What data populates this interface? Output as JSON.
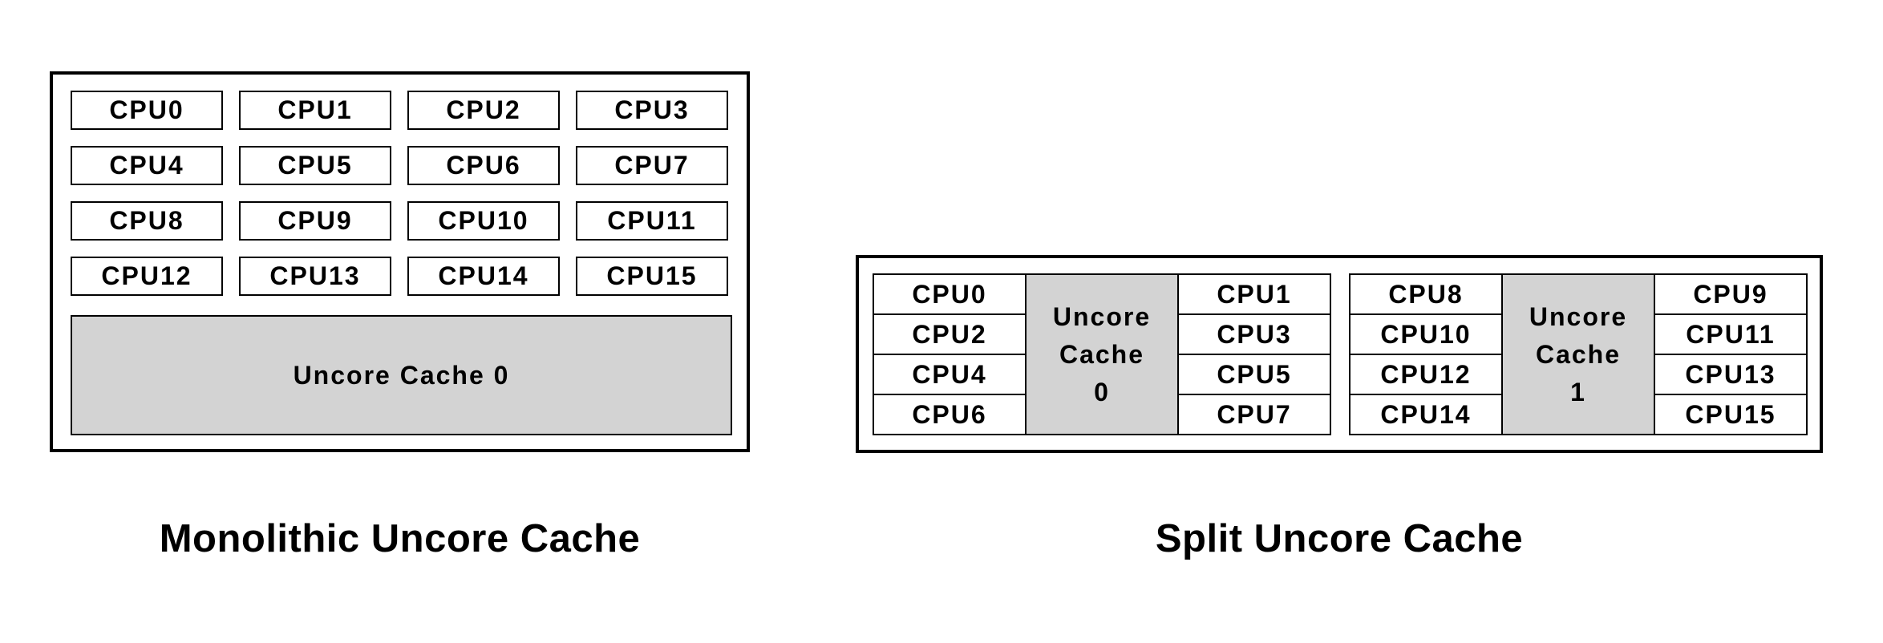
{
  "monolithic": {
    "caption": "Monolithic Uncore Cache",
    "cpus": [
      [
        "CPU0",
        "CPU1",
        "CPU2",
        "CPU3"
      ],
      [
        "CPU4",
        "CPU5",
        "CPU6",
        "CPU7"
      ],
      [
        "CPU8",
        "CPU9",
        "CPU10",
        "CPU11"
      ],
      [
        "CPU12",
        "CPU13",
        "CPU14",
        "CPU15"
      ]
    ],
    "cache_label": "Uncore Cache 0"
  },
  "split": {
    "caption": "Split Uncore Cache",
    "clusters": [
      {
        "left_cpus": [
          "CPU0",
          "CPU2",
          "CPU4",
          "CPU6"
        ],
        "cache_lines": [
          "Uncore",
          "Cache",
          "0"
        ],
        "right_cpus": [
          "CPU1",
          "CPU3",
          "CPU5",
          "CPU7"
        ]
      },
      {
        "left_cpus": [
          "CPU8",
          "CPU10",
          "CPU12",
          "CPU14"
        ],
        "cache_lines": [
          "Uncore",
          "Cache",
          "1"
        ],
        "right_cpus": [
          "CPU9",
          "CPU11",
          "CPU13",
          "CPU15"
        ]
      }
    ]
  },
  "colors": {
    "cache_fill": "#d3d3d3",
    "border": "#000000",
    "background": "#ffffff",
    "text": "#000000"
  }
}
